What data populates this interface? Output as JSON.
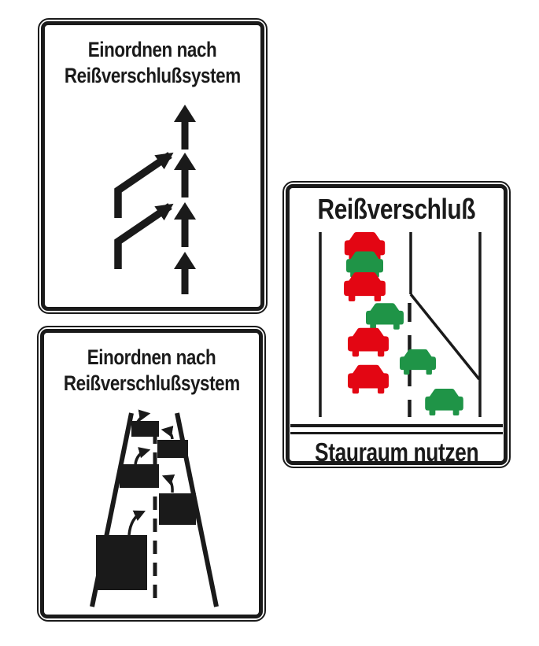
{
  "signs": {
    "arrows_sign": {
      "title_line1": "Einordnen nach",
      "title_line2": "Reißverschlußsystem"
    },
    "road_sign": {
      "title_line1": "Einordnen nach",
      "title_line2": "Reißverschlußsystem"
    },
    "jam_sign": {
      "title": "Reißverschluß",
      "footer": "Stauraum nutzen"
    }
  },
  "colors": {
    "sign_black": "#1a1a1a",
    "car_red": "#e30613",
    "car_green": "#1f9447",
    "background": "#ffffff"
  },
  "pictograms": {
    "arrows_sign": "zipper-merge-arrows-icon",
    "road_sign": "perspective-road-merge-icon",
    "jam_sign": "lane-end-traffic-jam-icon"
  }
}
